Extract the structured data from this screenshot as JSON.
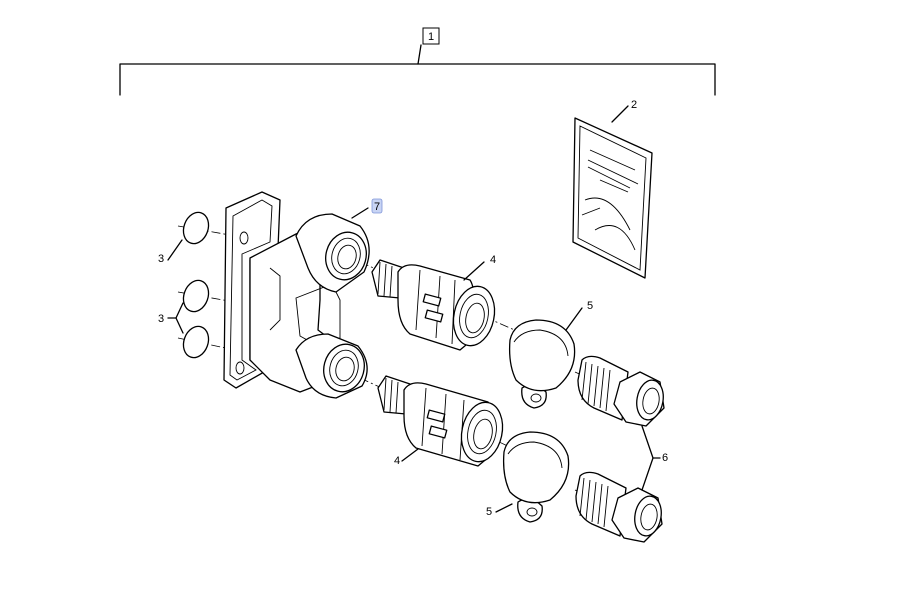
{
  "callouts": {
    "assembly": "1",
    "manual": "2",
    "o_ring": "3",
    "coupler": "4",
    "dust_cap": "5",
    "adapter": "6",
    "manifold": "7"
  },
  "colors": {
    "ink": "#000000",
    "background": "#ffffff",
    "highlight": "#c8d4f4"
  }
}
